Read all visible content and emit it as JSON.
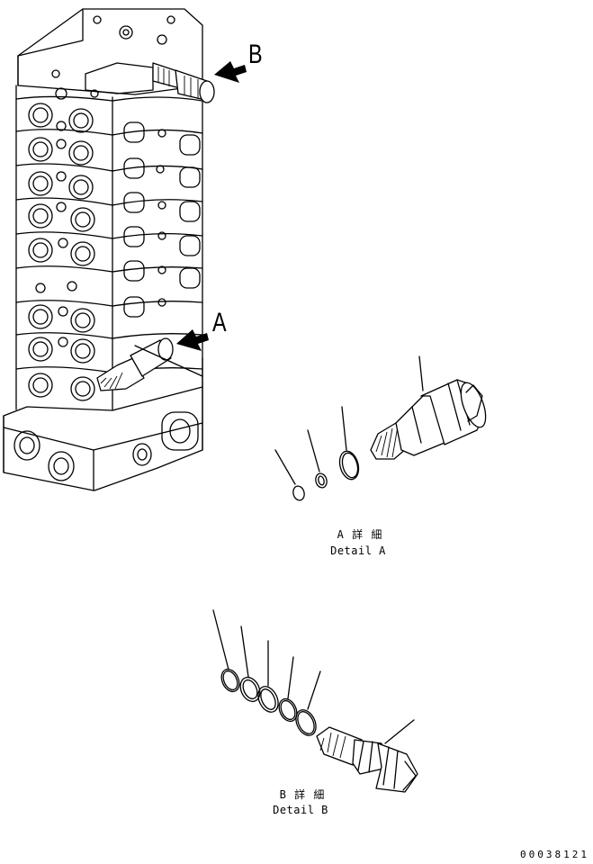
{
  "labels": {
    "callout_b": "B",
    "callout_a": "A",
    "detail_a_title": "A 詳 細",
    "detail_a_subtitle": "Detail A",
    "detail_b_title": "B 詳 細",
    "detail_b_subtitle": "Detail B",
    "part_number": "00038121"
  }
}
